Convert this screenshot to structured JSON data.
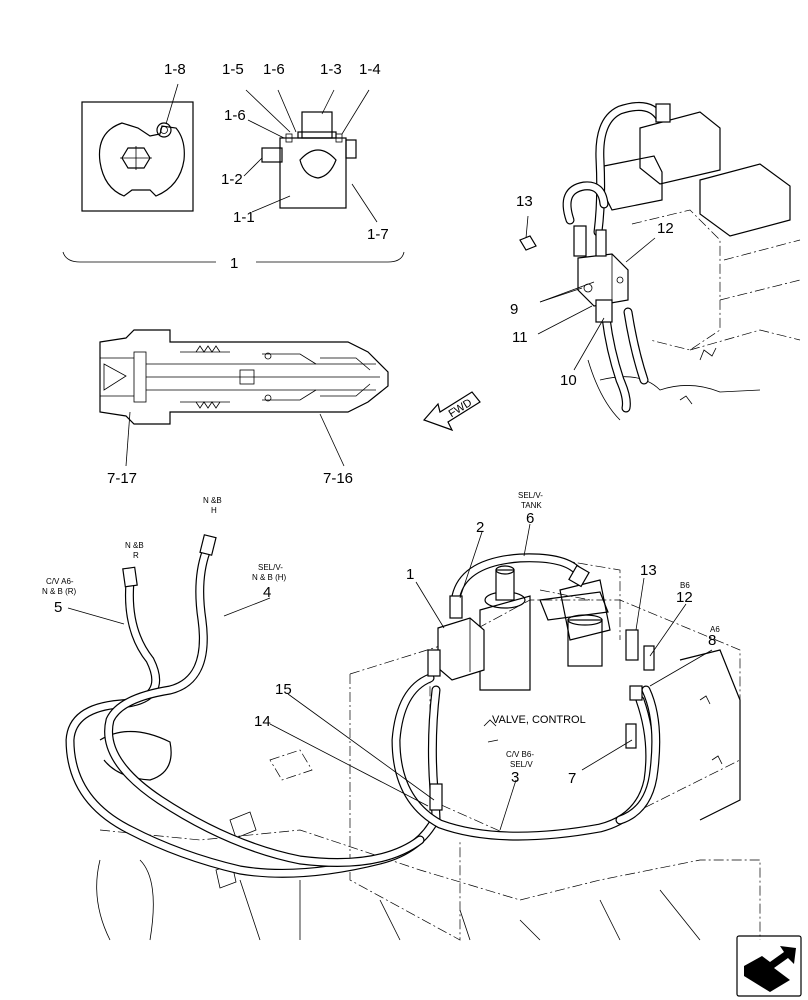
{
  "callouts": {
    "c1_8": "1-8",
    "c1_5": "1-5",
    "c1_6a": "1-6",
    "c1_3": "1-3",
    "c1_4": "1-4",
    "c1_6b": "1-6",
    "c1_2": "1-2",
    "c1_1": "1-1",
    "c1_7": "1-7",
    "c1": "1",
    "c13a": "13",
    "c12a": "12",
    "c9": "9",
    "c11": "11",
    "c10": "10",
    "c7_17": "7-17",
    "c7_16": "7-16",
    "c2": "2",
    "c6": "6",
    "c1b": "1",
    "c4": "4",
    "c5": "5",
    "c13b": "13",
    "c12b": "12",
    "c8": "8",
    "c15": "15",
    "c14": "14",
    "c3": "3",
    "c7": "7"
  },
  "notes": {
    "nbh_1": "N &B",
    "nbh_2": "H",
    "nbr_1": "N &B",
    "nbr_2": "R",
    "cva6_1": "C/V A6-",
    "cva6_2": "N & B (R)",
    "selv_nb_1": "SEL/V-",
    "selv_nb_2": "N & B (H)",
    "seltank_1": "SEL/V-",
    "seltank_2": "TANK",
    "b6": "B6",
    "a6": "A6",
    "cvb6_1": "C/V B6-",
    "cvb6_2": "SEL/V",
    "valve_control": "VALVE, CONTROL",
    "fwd": "FWD"
  }
}
